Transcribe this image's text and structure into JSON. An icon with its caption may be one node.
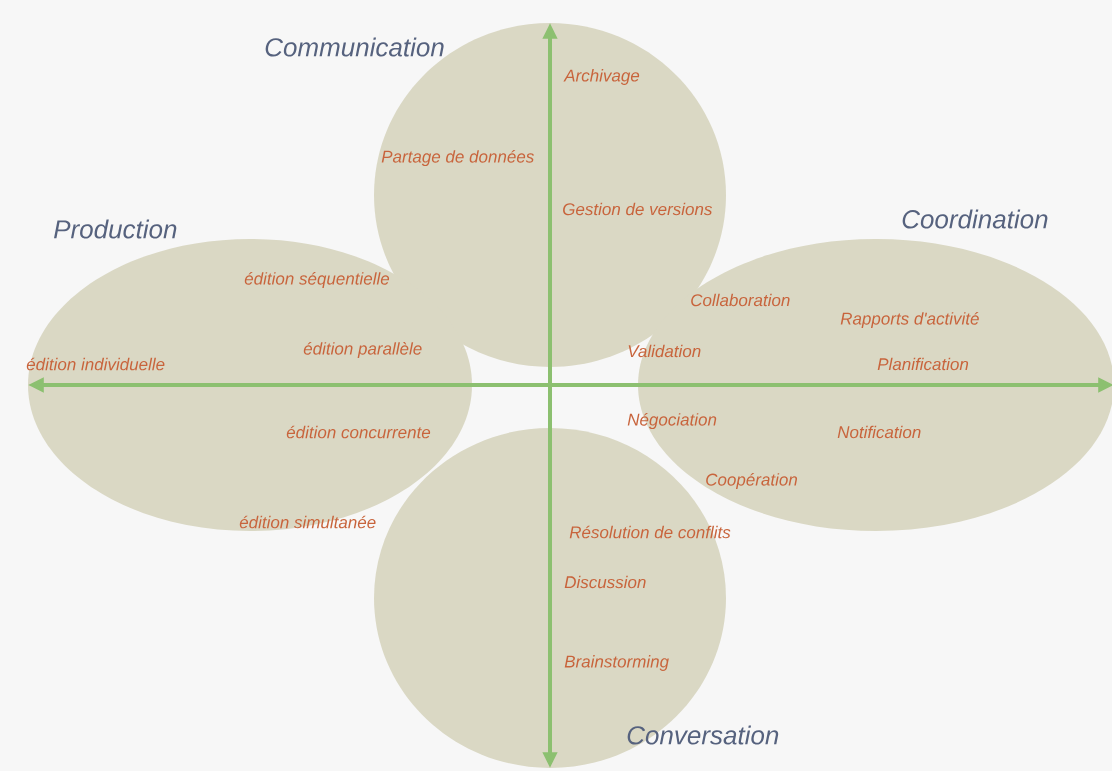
{
  "diagram": {
    "nodes": [
      {
        "text": [
          "Communication",
          "Archivage",
          "Partage de données",
          "Gestion de versions"
        ]
      },
      {
        "text": [
          "Production",
          "édition séquentielle",
          "édition parallèle",
          "édition individuelle",
          "édition concurrente",
          "édition simultanée"
        ]
      },
      {
        "text": [
          "Coordination",
          "Collaboration",
          "Rapports d'activité",
          "Validation",
          "Planification",
          "Négociation",
          "Notification",
          "Coopération"
        ]
      },
      {
        "text": [
          "Résolution de conflits",
          "Discussion",
          "Brainstorming",
          "Conversation"
        ]
      }
    ],
    "edges": [
      {
        "from": 1,
        "to": 2,
        "arrow": "both"
      },
      {
        "from": 0,
        "to": 3,
        "arrow": "both"
      }
    ]
  }
}
